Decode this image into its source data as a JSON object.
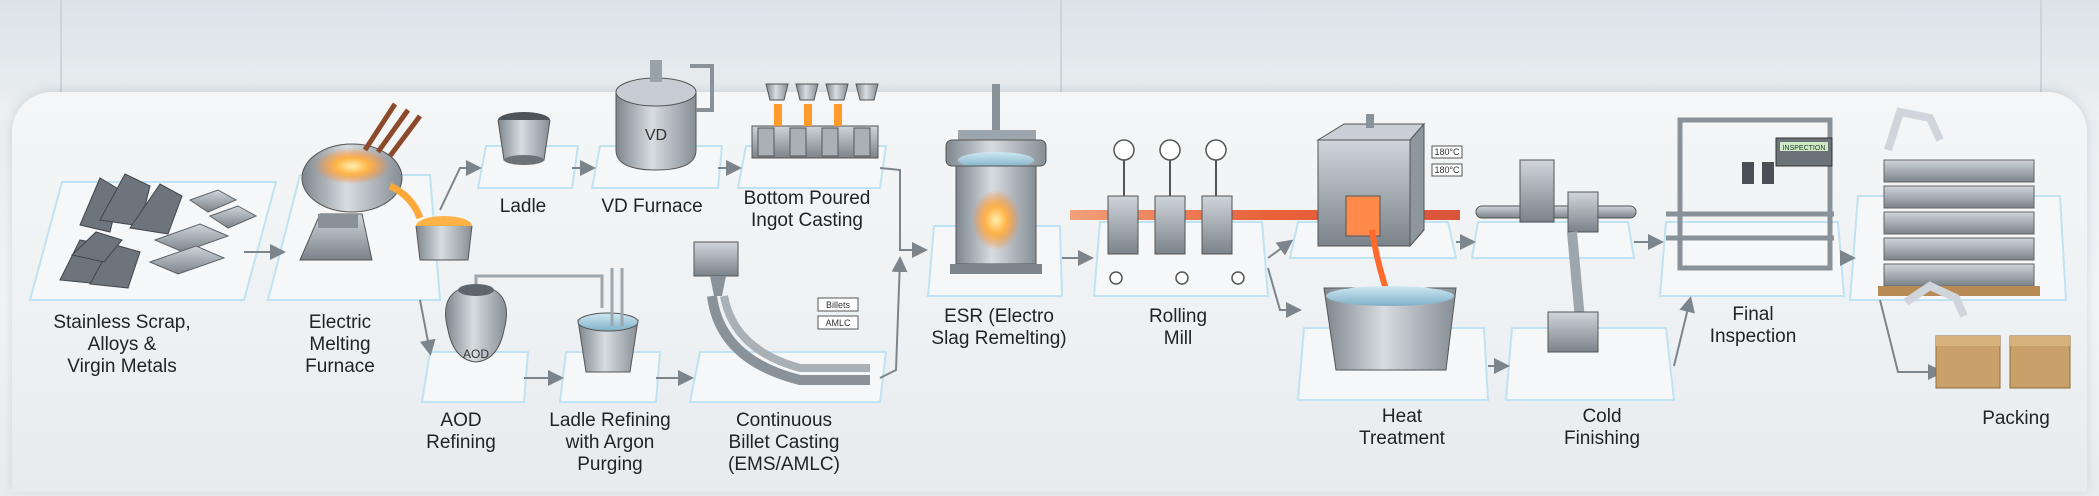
{
  "stages": [
    {
      "id": "scrap",
      "label": "Stainless Scrap,\nAlloys &\nVirgin Metals"
    },
    {
      "id": "emf",
      "label": "Electric\nMelting\nFurnace"
    },
    {
      "id": "ladle",
      "label": "Ladle"
    },
    {
      "id": "vd",
      "label": "VD Furnace"
    },
    {
      "id": "ingot",
      "label": "Bottom Poured\nIngot Casting"
    },
    {
      "id": "aod",
      "label": "AOD\nRefining"
    },
    {
      "id": "argon",
      "label": "Ladle Refining\nwith Argon\nPurging"
    },
    {
      "id": "billet",
      "label": "Continuous\nBillet Casting\n(EMS/AMLC)"
    },
    {
      "id": "esr",
      "label": "ESR (Electro\nSlag Remelting)"
    },
    {
      "id": "rolling",
      "label": "Rolling\nMill"
    },
    {
      "id": "heat",
      "label": "Heat\nTreatment"
    },
    {
      "id": "cold",
      "label": "Cold\nFinishing"
    },
    {
      "id": "inspection",
      "label": "Final\nInspection"
    },
    {
      "id": "packing",
      "label": "Packing"
    }
  ],
  "equipment_text": {
    "vd_mark": "VD",
    "aod_mark": "AOD",
    "billets_tag": "Billets",
    "amlc_tag": "AMLC",
    "temp_1": "180°C",
    "temp_2": "180°C",
    "display": "INSPECTION"
  },
  "colors": {
    "molten": "#ff9a2e",
    "hot_bar": "#e8623a",
    "steel": "#9ea6ad",
    "platform_edge": "#bfe3f2",
    "arrow": "#7d858c"
  }
}
